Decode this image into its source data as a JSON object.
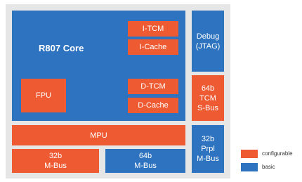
{
  "colors": {
    "configurable": "#ee5b33",
    "basic": "#2e73bf",
    "frame": "#e6e6e6"
  },
  "core": {
    "label": "R807 Core"
  },
  "blocks": {
    "itcm": "I-TCM",
    "icache": "I-Cache",
    "fpu": "FPU",
    "dtcm": "D-TCM",
    "dcache": "D-Cache",
    "mpu": "MPU",
    "mbus32": [
      "32b",
      "M-Bus"
    ],
    "mbus64": [
      "64b",
      "M-Bus"
    ],
    "debug": [
      "Debug",
      "(JTAG)"
    ],
    "tcm_sbus": [
      "64b",
      "TCM",
      "S-Bus"
    ],
    "prpl_mbus": [
      "32b",
      "Prpl",
      "M-Bus"
    ]
  },
  "legend": {
    "configurable": "configurable",
    "basic": "basic"
  }
}
